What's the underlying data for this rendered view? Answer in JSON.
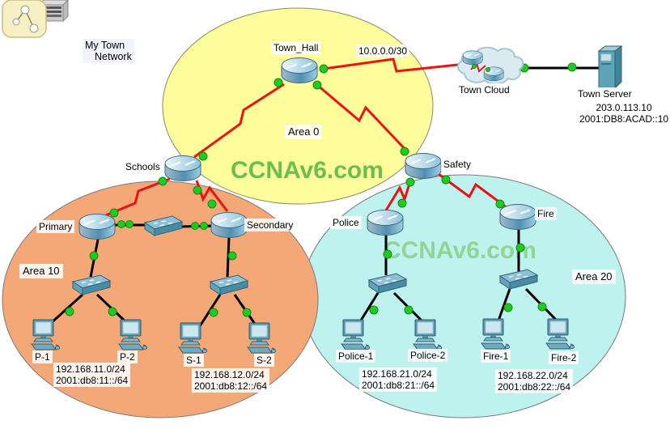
{
  "workspace": {
    "title_line1": "My Town",
    "title_line2": "Network",
    "watermark": "CCNAv6.com"
  },
  "areas": {
    "area0": "Area 0",
    "area10": "Area 10",
    "area20": "Area 20"
  },
  "wan": {
    "subnet_label": "10.0.0.0/30"
  },
  "devices": {
    "town_hall": "Town_Hall",
    "schools": "Schools",
    "safety": "Safety",
    "primary": "Primary",
    "secondary": "Secondary",
    "police": "Police",
    "fire": "Fire",
    "town_cloud": "Town Cloud",
    "town_server": "Town Server",
    "p1": "P-1",
    "p2": "P-2",
    "s1": "S-1",
    "s2": "S-2",
    "police1": "Police-1",
    "police2": "Police-2",
    "fire1": "Fire-1",
    "fire2": "Fire-2"
  },
  "server_info": {
    "ipv4": "203.0.113.10",
    "ipv6": "2001:DB8:ACAD::10"
  },
  "networks": {
    "primary_lan": {
      "ipv4": "192.168.11.0/24",
      "ipv6": "2001:db8:11::/64"
    },
    "secondary_lan": {
      "ipv4": "192.168.12.0/24",
      "ipv6": "2001:db8:12::/64"
    },
    "police_lan": {
      "ipv4": "192.168.21.0/24",
      "ipv6": "2001:db8:21::/64"
    },
    "fire_lan": {
      "ipv4": "192.168.22.0/24",
      "ipv6": "2001:db8:22::/64"
    }
  },
  "colors": {
    "area0_fill": "#FDFD9B",
    "area10_fill": "#F5A877",
    "area20_fill": "#BDF2EE",
    "serial_link": "#EE1111",
    "ethernet_link": "#000000",
    "status_up_green": "#1ECB1E",
    "watermark_green": "#6CBE4E"
  },
  "icons": {
    "router": "blue-cylinder-with-white-arrows",
    "switch": "3d-flat-box-with-ports",
    "pc": "desktop-monitor-keyboard-mouse",
    "server": "tower-server",
    "cloud": "network-cloud-with-mini-routers",
    "status_dot": "green-link-up-indicator",
    "cluster": "yellow-topology-cluster-icon",
    "device_stack": "gray-device-stack-icon"
  }
}
